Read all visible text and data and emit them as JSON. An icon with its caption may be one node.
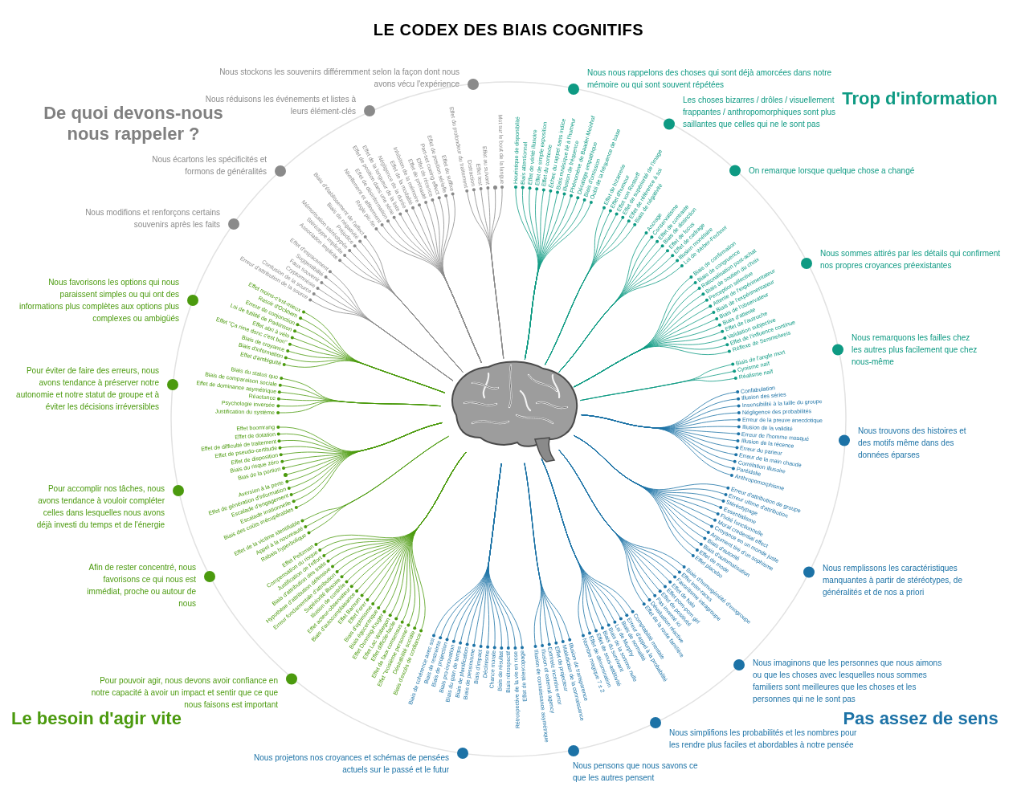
{
  "diagram": {
    "title": "LE CODEX DES BIAIS COGNITIFS",
    "nodes": [
      {
        "text": [],
        "shape": "picture"
      },
      {
        "text": [
          "Nous stockons les souvenirs différemment selon la façon dont nous avons vécu l'expérience"
        ]
      },
      {
        "text": [
          "Nous réduisons les événements et listes à leurs élément-clés"
        ]
      },
      {
        "text": [
          "Nous écartons les spécificités et formons de généralités"
        ]
      },
      {
        "text": [
          "Nous modifions et renforçons certains souvenirs après les faits"
        ]
      },
      {
        "text": [
          "Nous nous rappelons des choses qui sont déjà amorcées dans notre mémoire ou qui sont souvent répétées"
        ]
      },
      {
        "text": [
          "Les choses bizarres / drôles / visuellement frappantes / anthropomorphiques sont plus saillantes que celles qui ne le sont pas"
        ]
      },
      {
        "text": [
          "On remarque lorsque quelque chose a changé"
        ]
      },
      {
        "text": [
          "Nous sommes attirés par les détails qui confirment nos propres croyances préexistantes"
        ]
      },
      {
        "text": [
          "Nous remarquons les failles chez les autres plus facilement que chez nous-même"
        ]
      },
      {
        "text": [
          "Nous favorisons les options qui nous paraissent simples ou qui ont des informations plus complètes aux options plus complexes ou ambigüés"
        ]
      },
      {
        "text": [
          "Pour éviter de faire des erreurs, nous avons tendance à préserver notre autonomie et notre statut de groupe et à éviter les décisions irréversibles"
        ]
      },
      {
        "text": [
          "Pour accomplir nos tâches, nous avons tendance à vouloir compléter celles dans lesquelles nous avons déjà investi du temps et de l'énergie"
        ]
      },
      {
        "text": [
          "Afin de rester concentré, nous favorisons ce qui nous est immédiat, proche ou autour de nous"
        ]
      },
      {
        "text": [
          "Pour pouvoir agir, nous devons avoir confiance en notre capacité à avoir un impact et sentir que ce que nous faisons est important"
        ]
      },
      {
        "text": [
          "Nous trouvons des histoires et des motifs même dans des données éparses"
        ]
      },
      {
        "text": [
          "Nous remplissons les caractéristiques manquantes à partir de stéréotypes, de généralités et de nos a priori"
        ]
      },
      {
        "text": [
          "Nous imaginons que les personnes que nous aimons ou que les choses avec lesquelles nous sommes familiers sont meilleures que les choses et les personnes qui ne le sont pas"
        ]
      },
      {
        "text": [
          "Nous simplifions les probabilités et les nombres pour les rendre plus faciles et abordables à notre pensée"
        ]
      },
      {
        "text": [
          "Nous pensons que nous savons ce que les autres pensent"
        ]
      },
      {
        "text": [
          "Nous projetons nos croyances et schémas de pensées actuels sur le passé et le futur"
        ]
      },
      {
        "text": [
          "Effet du profondeur du traitement"
        ]
      },
      {
        "text": [
          "Distraction"
        ]
      },
      {
        "text": [
          "Effet test"
        ]
      },
      {
        "text": [
          "Effet au suivant"
        ]
      },
      {
        "text": [],
        "shape": "circle"
      },
      {
        "text": [
          "Mot sur le bout de la langue"
        ]
      },
      {
        "text": [
          "Règle pic-fin"
        ]
      },
      {
        "text": [
          "Nivellement et affinement"
        ]
      },
      {
        "text": [
          "Effet de désinformation"
        ]
      },
      {
        "text": [
          "Effet de position dans une série"
        ]
      },
      {
        "text": [
          "Effet de la longueur de la liste"
        ]
      },
      {
        "text": [
          "Négligence de la durée"
        ]
      },
      {
        "text": [
          "Effet de la modalité"
        ]
      },
      {
        "text": [
          "Inhibition de la mémoire"
        ]
      },
      {
        "text": [
          "Effet de primauté"
        ]
      },
      {
        "text": [
          "Effet de récence"
        ]
      },
      {
        "text": [
          "Part-set cueing effect"
        ]
      },
      {
        "text": [
          "Effet de position sérielle"
        ]
      },
      {
        "text": [
          "Effet du suffixe"
        ]
      },
      {
        "text": [
          "Association implicite"
        ]
      },
      {
        "text": [
          "Stéréotype implicite"
        ]
      },
      {
        "text": [
          "Mémorisation stéréotypée"
        ]
      },
      {
        "text": [
          "Préjudice"
        ]
      },
      {
        "text": [
          "Biais de négativité"
        ]
      },
      {
        "text": [
          "Biais d'établissement de l'affect"
        ]
      },
      {
        "text": [
          "Erreur d'attribution de la source"
        ]
      },
      {
        "text": [
          "Confusion de la source"
        ]
      },
      {
        "text": [
          "Cryptomnésie"
        ]
      },
      {
        "text": [
          "Faux souvenir"
        ]
      },
      {
        "text": [
          "Suggestibilité"
        ]
      },
      {
        "text": [
          "Effet d'espacement"
        ]
      },
      {
        "text": [
          "Heuristique de disponibilité"
        ]
      },
      {
        "text": [
          "Biais attentionnel"
        ]
      },
      {
        "text": [
          "Effet de vérité illusoire"
        ]
      },
      {
        "text": [
          "Effet de simple exposition"
        ]
      },
      {
        "text": [
          "Effet du contexte"
        ]
      },
      {
        "text": [
          "Échec du rappel sans indice"
        ]
      },
      {
        "text": [
          "Biais mnésique lié à l'humeur"
        ]
      },
      {
        "text": [
          "Illusion de fréquence"
        ]
      },
      {
        "text": [
          "Phénomène de Baader-Meinhof"
        ]
      },
      {
        "text": [
          "Décalage empathique"
        ]
      },
      {
        "text": [
          "Biais d'omission"
        ]
      },
      {
        "text": [
          "Oubli de la fréquence de base"
        ]
      },
      {
        "text": [
          "Effet de bizarrerie"
        ]
      },
      {
        "text": [
          "Effet d'humour"
        ]
      },
      {
        "text": [
          "Effet von Restorff"
        ]
      },
      {
        "text": [
          "Effet de supériorité de l'image"
        ]
      },
      {
        "text": [
          "Effet de référence à soi"
        ]
      },
      {
        "text": [
          "Biais de négativité"
        ]
      },
      {
        "text": [
          "Ancrage"
        ]
      },
      {
        "text": [
          "Conservatisme"
        ]
      },
      {
        "text": [
          "Effet de contraste"
        ]
      },
      {
        "text": [
          "Biais de distinction"
        ]
      },
      {
        "text": [
          "Effet de focus"
        ]
      },
      {
        "text": [
          "Effet de cadrage"
        ]
      },
      {
        "text": [
          "Illusion monétaire"
        ]
      },
      {
        "text": [
          "Loi de Weber-Fechner"
        ]
      },
      {
        "text": [
          "Biais de confirmation"
        ]
      },
      {
        "text": [
          "Biais de congruence"
        ]
      },
      {
        "text": [
          "Rationalisation post-achat"
        ]
      },
      {
        "text": [
          "Biais de soutien du choix"
        ]
      },
      {
        "text": [
          "Perception sélective"
        ]
      },
      {
        "text": [
          "Attente de l'expérimentateur"
        ]
      },
      {
        "text": [
          "Biais de l'expérimentateur"
        ]
      },
      {
        "text": [
          "Biais de l'observateur"
        ]
      },
      {
        "text": [
          "Biais d'attente"
        ]
      },
      {
        "text": [
          "Effet de l'autruche"
        ]
      },
      {
        "text": [
          "Validation subjective"
        ]
      },
      {
        "text": [
          "Effet de l'influence continue"
        ]
      },
      {
        "text": [
          "Réflexe de Semmelweis"
        ]
      },
      {
        "text": [
          "Biais de l'angle mort"
        ]
      },
      {
        "text": [
          "Cynisme naïf"
        ]
      },
      {
        "text": [
          "Réalisme naïf"
        ]
      },
      {
        "text": [
          "Effet moins-c'est-mieux"
        ]
      },
      {
        "text": [
          "Rasoir d'Ockham"
        ]
      },
      {
        "text": [
          "Erreur de conjonction"
        ]
      },
      {
        "text": [
          "Loi de futilité de Parkinson"
        ]
      },
      {
        "text": [
          "Effet abri à vélo"
        ]
      },
      {
        "text": [
          "Effet \"Ça rime donc c'est bon\""
        ]
      },
      {
        "text": [
          "Biais de croyance"
        ]
      },
      {
        "text": [
          "Biais d'information"
        ]
      },
      {
        "text": [
          "Effet d'ambiguïté"
        ]
      },
      {
        "text": [
          "Biais du status quo"
        ]
      },
      {
        "text": [
          "Biais de comparaison sociale"
        ]
      },
      {
        "text": [
          "Effet de dominance asymétrique"
        ]
      },
      {
        "text": [
          "Réactance"
        ]
      },
      {
        "text": [
          "Psychologie inversée"
        ]
      },
      {
        "text": [
          "Justification du système"
        ]
      },
      {
        "text": [
          "Effet boomrang"
        ]
      },
      {
        "text": [
          "Effet de dotation"
        ]
      },
      {
        "text": [
          "Effet de difficulté de traitement"
        ]
      },
      {
        "text": [
          "Effet de pseudo-certitude"
        ]
      },
      {
        "text": [
          "Effet de disposition"
        ]
      },
      {
        "text": [
          "Biais du risque zéro"
        ]
      },
      {
        "text": [
          "Bias de la portion"
        ]
      },
      {
        "text": [],
        "shape": "circle"
      },
      {
        "text": [
          "Aversion à la perte"
        ]
      },
      {
        "text": [
          "Effet de génération d'information"
        ]
      },
      {
        "text": [
          "Escalade d'engagement"
        ]
      },
      {
        "text": [
          "Escalade irrationnelle"
        ]
      },
      {
        "text": [
          "Biais des coûts irrécupérables"
        ]
      },
      {
        "text": [
          "Effet de la victime identifiable"
        ]
      },
      {
        "text": [
          "Appel à la nouveauté"
        ]
      },
      {
        "text": [
          "Rabais hyperbolique"
        ]
      },
      {
        "text": [
          "Effet Peltzman"
        ]
      },
      {
        "text": [
          "Compensation du risque"
        ]
      },
      {
        "text": [
          "Justification de l'effort"
        ]
      },
      {
        "text": [
          "Biais d'attribution des traits"
        ]
      },
      {
        "text": [
          "Hypothèse d'attribution défensive"
        ]
      },
      {
        "text": [
          "Erreur fondamentale d'attribution"
        ]
      },
      {
        "text": [
          "Supériorité illusoire"
        ]
      },
      {
        "text": [
          "Illusion de contrôle"
        ]
      },
      {
        "text": [
          "Effet acteur-observateur"
        ]
      },
      {
        "text": [
          "Biais d'autocomplaisance"
        ]
      },
      {
        "text": [
          "Effet Barnum"
        ]
      },
      {
        "text": [
          "Effet Forer"
        ]
      },
      {
        "text": [
          "Biais d'optimisme"
        ]
      },
      {
        "text": [
          "Biais égocentrique"
        ]
      },
      {
        "text": [
          "Effet Dunning-Kruger"
        ]
      },
      {
        "text": [
          "Effet Lac Wobegon"
        ]
      },
      {
        "text": [
          "Effet difficile-facile"
        ]
      },
      {
        "text": [
          "Effet de faux consensus"
        ]
      },
      {
        "text": [
          "Effet \"troisième personne\""
        ]
      },
      {
        "text": [
          "Désirabilité sociale"
        ]
      },
      {
        "text": [
          "Biais d'excès de confiance"
        ]
      },
      {
        "text": [
          "Confabulation"
        ]
      },
      {
        "text": [
          "Illusion des séries"
        ]
      },
      {
        "text": [
          "Insensibilité à la taille du groupe"
        ]
      },
      {
        "text": [
          "Négligence des probabilités"
        ]
      },
      {
        "text": [
          "Erreur de la preuve anecdotique"
        ]
      },
      {
        "text": [
          "Illusion de la validité"
        ]
      },
      {
        "text": [
          "Erreur de l'homme masqué"
        ]
      },
      {
        "text": [
          "Illusion de la récence"
        ]
      },
      {
        "text": [
          "Erreur du parieur"
        ]
      },
      {
        "text": [
          "Erreur de la main chaude"
        ]
      },
      {
        "text": [
          "Corrélation illusoire"
        ]
      },
      {
        "text": [
          "Paréidolie"
        ]
      },
      {
        "text": [
          "Anthropomorphisme"
        ]
      },
      {
        "text": [
          "Erreur d'attribution de groupe"
        ]
      },
      {
        "text": [
          "Erreur ultime d'attribution"
        ]
      },
      {
        "text": [
          "Stéréotypage"
        ]
      },
      {
        "text": [
          "Essentialisme"
        ]
      },
      {
        "text": [
          "Fixité fonctionnelle"
        ]
      },
      {
        "text": [
          "Moral credential effect"
        ]
      },
      {
        "text": [
          "Croyance en un monde juste"
        ]
      },
      {
        "text": [
          "Argument tiré d'un sophisme"
        ]
      },
      {
        "text": [
          "Biais d'autorité"
        ]
      },
      {
        "text": [
          "Biais d'automatisation"
        ]
      },
      {
        "text": [
          "Effet de mode"
        ]
      },
      {
        "text": [
          "Effet placebo"
        ]
      },
      {
        "text": [
          "Biais d'homogénéité d'exogroupe"
        ]
      },
      {
        "text": [
          "Effet inter-races"
        ]
      },
      {
        "text": [
          "Favoritisme intragroupe"
        ]
      },
      {
        "text": [
          "Effet de halo"
        ]
      },
      {
        "text": [
          "Effet pom-pom girl"
        ]
      },
      {
        "text": [
          "Effet de positivité"
        ]
      },
      {
        "text": [
          "Pas inventé ici"
        ]
      },
      {
        "text": [
          "Dévaluation réactive"
        ]
      },
      {
        "text": [
          "Effet de la route familière"
        ]
      },
      {
        "text": [
          "Comptabilité mentale"
        ]
      },
      {
        "text": [
          "Erreur d'appel à la probabilité"
        ]
      },
      {
        "text": [
          "Biais de normalité"
        ]
      },
      {
        "text": [
          "Loi de Murphy"
        ]
      },
      {
        "text": [
          "Biais de la somme nulle"
        ]
      },
      {
        "text": [
          "Biais du survivant"
        ]
      },
      {
        "text": [
          "Effet de sous-additivité"
        ]
      },
      {
        "text": [
          "Effet de dénomination"
        ]
      },
      {
        "text": [
          "Nombre magique 7 ± 2"
        ]
      },
      {
        "text": [
          "Illusion de transparence"
        ]
      },
      {
        "text": [
          "Malédiction de la connaissance"
        ]
      },
      {
        "text": [
          "Effet de projecteur"
        ]
      },
      {
        "text": [
          "Extrinsic incentive error"
        ]
      },
      {
        "text": [
          "Illusion of external agency"
        ]
      },
      {
        "text": [
          "Illusion de connaissance asymétrique"
        ]
      },
      {
        "text": [
          "Effet de télescopage"
        ]
      },
      {
        "text": [
          "Rétrospective de la vie en rose"
        ]
      },
      {
        "text": [
          "Biais rétrospectif"
        ]
      },
      {
        "text": [
          "Biais de résultat"
        ]
      },
      {
        "text": [
          "Chance morale"
        ]
      },
      {
        "text": [
          "Déclinisme"
        ]
      },
      {
        "text": [
          "Biais d'impact"
        ]
      },
      {
        "text": [
          "Biais de pessimisme"
        ]
      },
      {
        "text": [
          "Biais de planification"
        ]
      },
      {
        "text": [
          "Biais du gain de temps"
        ]
      },
      {
        "text": [
          "Biais pro-innovation"
        ]
      },
      {
        "text": [
          "Biais de projection"
        ]
      },
      {
        "text": [
          "Biais de restreinte"
        ]
      },
      {
        "text": [
          "Biais de cohérence avec soi"
        ]
      }
    ],
    "edges": [
      {
        "from": 0,
        "to": 21,
        "arrow": "other",
        "color": "#8a8a8a"
      },
      {
        "from": 0,
        "to": 22,
        "arrow": "other",
        "color": "#8a8a8a"
      },
      {
        "from": 0,
        "to": 23,
        "arrow": "other",
        "color": "#8a8a8a"
      },
      {
        "from": 0,
        "to": 24,
        "arrow": "other",
        "color": "#8a8a8a"
      },
      {
        "from": 0,
        "to": 25,
        "arrow": "other",
        "color": "#8a8a8a"
      },
      {
        "from": 0,
        "to": 26,
        "arrow": "other",
        "color": "#8a8a8a"
      },
      {
        "from": 0,
        "to": 27,
        "arrow": "other",
        "color": "#8a8a8a"
      },
      {
        "from": 0,
        "to": 28,
        "arrow": "other",
        "color": "#8a8a8a"
      },
      {
        "from": 0,
        "to": 29,
        "arrow": "other",
        "color": "#8a8a8a"
      },
      {
        "from": 0,
        "to": 30,
        "arrow": "other",
        "color": "#8a8a8a"
      },
      {
        "from": 0,
        "to": 31,
        "arrow": "other",
        "color": "#8a8a8a"
      },
      {
        "from": 0,
        "to": 32,
        "arrow": "other",
        "color": "#8a8a8a"
      },
      {
        "from": 0,
        "to": 33,
        "arrow": "other",
        "color": "#8a8a8a"
      },
      {
        "from": 0,
        "to": 34,
        "arrow": "other",
        "color": "#8a8a8a"
      },
      {
        "from": 0,
        "to": 35,
        "arrow": "other",
        "color": "#8a8a8a"
      },
      {
        "from": 0,
        "to": 36,
        "arrow": "other",
        "color": "#8a8a8a"
      },
      {
        "from": 0,
        "to": 37,
        "arrow": "other",
        "color": "#8a8a8a"
      },
      {
        "from": 0,
        "to": 38,
        "arrow": "other",
        "color": "#8a8a8a"
      },
      {
        "from": 0,
        "to": 39,
        "arrow": "other",
        "color": "#8a8a8a"
      },
      {
        "from": 0,
        "to": 40,
        "arrow": "other",
        "color": "#8a8a8a"
      },
      {
        "from": 0,
        "to": 41,
        "arrow": "other",
        "color": "#8a8a8a"
      },
      {
        "from": 0,
        "to": 42,
        "arrow": "other",
        "color": "#8a8a8a"
      },
      {
        "from": 0,
        "to": 43,
        "arrow": "other",
        "color": "#8a8a8a"
      },
      {
        "from": 0,
        "to": 44,
        "arrow": "other",
        "color": "#8a8a8a"
      },
      {
        "from": 0,
        "to": 45,
        "arrow": "other",
        "color": "#8a8a8a"
      },
      {
        "from": 0,
        "to": 46,
        "arrow": "other",
        "color": "#8a8a8a"
      },
      {
        "from": 0,
        "to": 47,
        "arrow": "other",
        "color": "#8a8a8a"
      },
      {
        "from": 0,
        "to": 48,
        "arrow": "other",
        "color": "#8a8a8a"
      },
      {
        "from": 0,
        "to": 49,
        "arrow": "other",
        "color": "#8a8a8a"
      },
      {
        "from": 0,
        "to": 50,
        "arrow": "other",
        "color": "#8a8a8a"
      },
      {
        "from": 0,
        "to": 51,
        "arrow": "other",
        "color": "#8a8a8a"
      },
      {
        "from": 0,
        "to": 52,
        "arrow": "other",
        "color": "#0e9a83"
      },
      {
        "from": 0,
        "to": 53,
        "arrow": "other",
        "color": "#0e9a83"
      },
      {
        "from": 0,
        "to": 54,
        "arrow": "other",
        "color": "#0e9a83"
      },
      {
        "from": 0,
        "to": 55,
        "arrow": "other",
        "color": "#0e9a83"
      },
      {
        "from": 0,
        "to": 56,
        "arrow": "other",
        "color": "#0e9a83"
      },
      {
        "from": 0,
        "to": 57,
        "arrow": "other",
        "color": "#0e9a83"
      },
      {
        "from": 0,
        "to": 58,
        "arrow": "other",
        "color": "#0e9a83"
      },
      {
        "from": 0,
        "to": 59,
        "arrow": "other",
        "color": "#0e9a83"
      },
      {
        "from": 0,
        "to": 60,
        "arrow": "other",
        "color": "#0e9a83"
      },
      {
        "from": 0,
        "to": 61,
        "arrow": "other",
        "color": "#0e9a83"
      },
      {
        "from": 0,
        "to": 62,
        "arrow": "other",
        "color": "#0e9a83"
      },
      {
        "from": 0,
        "to": 63,
        "arrow": "other",
        "color": "#0e9a83"
      },
      {
        "from": 0,
        "to": 64,
        "arrow": "other",
        "color": "#0e9a83"
      },
      {
        "from": 0,
        "to": 65,
        "arrow": "other",
        "color": "#0e9a83"
      },
      {
        "from": 0,
        "to": 66,
        "arrow": "other",
        "color": "#0e9a83"
      },
      {
        "from": 0,
        "to": 67,
        "arrow": "other",
        "color": "#0e9a83"
      },
      {
        "from": 0,
        "to": 68,
        "arrow": "other",
        "color": "#0e9a83"
      },
      {
        "from": 0,
        "to": 69,
        "arrow": "other",
        "color": "#0e9a83"
      },
      {
        "from": 0,
        "to": 70,
        "arrow": "other",
        "color": "#0e9a83"
      },
      {
        "from": 0,
        "to": 71,
        "arrow": "other",
        "color": "#0e9a83"
      },
      {
        "from": 0,
        "to": 72,
        "arrow": "other",
        "color": "#0e9a83"
      },
      {
        "from": 0,
        "to": 73,
        "arrow": "other",
        "color": "#0e9a83"
      },
      {
        "from": 0,
        "to": 74,
        "arrow": "other",
        "color": "#0e9a83"
      },
      {
        "from": 0,
        "to": 75,
        "arrow": "other",
        "color": "#0e9a83"
      },
      {
        "from": 0,
        "to": 76,
        "arrow": "other",
        "color": "#0e9a83"
      },
      {
        "from": 0,
        "to": 77,
        "arrow": "other",
        "color": "#0e9a83"
      },
      {
        "from": 0,
        "to": 78,
        "arrow": "other",
        "color": "#0e9a83"
      },
      {
        "from": 0,
        "to": 79,
        "arrow": "other",
        "color": "#0e9a83"
      },
      {
        "from": 0,
        "to": 80,
        "arrow": "other",
        "color": "#0e9a83"
      },
      {
        "from": 0,
        "to": 81,
        "arrow": "other",
        "color": "#0e9a83"
      },
      {
        "from": 0,
        "to": 82,
        "arrow": "other",
        "color": "#0e9a83"
      },
      {
        "from": 0,
        "to": 83,
        "arrow": "other",
        "color": "#0e9a83"
      },
      {
        "from": 0,
        "to": 84,
        "arrow": "other",
        "color": "#0e9a83"
      },
      {
        "from": 0,
        "to": 85,
        "arrow": "other",
        "color": "#0e9a83"
      },
      {
        "from": 0,
        "to": 86,
        "arrow": "other",
        "color": "#0e9a83"
      },
      {
        "from": 0,
        "to": 87,
        "arrow": "other",
        "color": "#0e9a83"
      },
      {
        "from": 0,
        "to": 88,
        "arrow": "other",
        "color": "#0e9a83"
      },
      {
        "from": 0,
        "to": 89,
        "arrow": "other",
        "color": "#0e9a83"
      },
      {
        "from": 0,
        "to": 90,
        "arrow": "other",
        "color": "#0e9a83"
      },
      {
        "from": 0,
        "to": 91,
        "arrow": "other",
        "color": "#0e9a83"
      },
      {
        "from": 0,
        "to": 92,
        "arrow": "other",
        "color": "#0e9a83"
      },
      {
        "from": 0,
        "to": 93,
        "arrow": "other",
        "color": "#0e9a83"
      },
      {
        "from": 0,
        "to": 94,
        "arrow": "other",
        "color": "#4b9a0e"
      },
      {
        "from": 0,
        "to": 95,
        "arrow": "other",
        "color": "#4b9a0e"
      },
      {
        "from": 0,
        "to": 96,
        "arrow": "other",
        "color": "#4b9a0e"
      },
      {
        "from": 0,
        "to": 97,
        "arrow": "other",
        "color": "#4b9a0e"
      },
      {
        "from": 0,
        "to": 98,
        "arrow": "other",
        "color": "#4b9a0e"
      },
      {
        "from": 0,
        "to": 99,
        "arrow": "other",
        "color": "#4b9a0e"
      },
      {
        "from": 0,
        "to": 100,
        "arrow": "other",
        "color": "#4b9a0e"
      },
      {
        "from": 0,
        "to": 101,
        "arrow": "other",
        "color": "#4b9a0e"
      },
      {
        "from": 0,
        "to": 102,
        "arrow": "other",
        "color": "#4b9a0e"
      },
      {
        "from": 0,
        "to": 103,
        "arrow": "other",
        "color": "#4b9a0e"
      },
      {
        "from": 0,
        "to": 104,
        "arrow": "other",
        "color": "#4b9a0e"
      },
      {
        "from": 0,
        "to": 105,
        "arrow": "other",
        "color": "#4b9a0e"
      },
      {
        "from": 0,
        "to": 106,
        "arrow": "other",
        "color": "#4b9a0e"
      },
      {
        "from": 0,
        "to": 107,
        "arrow": "other",
        "color": "#4b9a0e"
      },
      {
        "from": 0,
        "to": 108,
        "arrow": "other",
        "color": "#4b9a0e"
      },
      {
        "from": 0,
        "to": 109,
        "arrow": "other",
        "color": "#4b9a0e"
      },
      {
        "from": 0,
        "to": 110,
        "arrow": "other",
        "color": "#4b9a0e"
      },
      {
        "from": 0,
        "to": 111,
        "arrow": "other",
        "color": "#4b9a0e"
      },
      {
        "from": 0,
        "to": 112,
        "arrow": "other",
        "color": "#4b9a0e"
      },
      {
        "from": 0,
        "to": 113,
        "arrow": "other",
        "color": "#4b9a0e"
      },
      {
        "from": 0,
        "to": 114,
        "arrow": "other",
        "color": "#4b9a0e"
      },
      {
        "from": 0,
        "to": 115,
        "arrow": "other",
        "color": "#4b9a0e"
      },
      {
        "from": 0,
        "to": 116,
        "arrow": "other",
        "color": "#4b9a0e"
      },
      {
        "from": 0,
        "to": 117,
        "arrow": "other",
        "color": "#4b9a0e"
      },
      {
        "from": 0,
        "to": 118,
        "arrow": "other",
        "color": "#4b9a0e"
      },
      {
        "from": 0,
        "to": 119,
        "arrow": "other",
        "color": "#4b9a0e"
      },
      {
        "from": 0,
        "to": 120,
        "arrow": "other",
        "color": "#4b9a0e"
      },
      {
        "from": 0,
        "to": 121,
        "arrow": "other",
        "color": "#4b9a0e"
      },
      {
        "from": 0,
        "to": 122,
        "arrow": "other",
        "color": "#4b9a0e"
      },
      {
        "from": 0,
        "to": 123,
        "arrow": "other",
        "color": "#4b9a0e"
      },
      {
        "from": 0,
        "to": 124,
        "arrow": "other",
        "color": "#4b9a0e"
      },
      {
        "from": 0,
        "to": 125,
        "arrow": "other",
        "color": "#4b9a0e"
      },
      {
        "from": 0,
        "to": 126,
        "arrow": "other",
        "color": "#4b9a0e"
      },
      {
        "from": 0,
        "to": 127,
        "arrow": "other",
        "color": "#4b9a0e"
      },
      {
        "from": 0,
        "to": 128,
        "arrow": "other",
        "color": "#4b9a0e"
      },
      {
        "from": 0,
        "to": 129,
        "arrow": "other",
        "color": "#4b9a0e"
      },
      {
        "from": 0,
        "to": 130,
        "arrow": "other",
        "color": "#4b9a0e"
      },
      {
        "from": 0,
        "to": 131,
        "arrow": "other",
        "color": "#4b9a0e"
      },
      {
        "from": 0,
        "to": 132,
        "arrow": "other",
        "color": "#4b9a0e"
      },
      {
        "from": 0,
        "to": 133,
        "arrow": "other",
        "color": "#4b9a0e"
      },
      {
        "from": 0,
        "to": 134,
        "arrow": "other",
        "color": "#4b9a0e"
      },
      {
        "from": 0,
        "to": 135,
        "arrow": "other",
        "color": "#4b9a0e"
      },
      {
        "from": 0,
        "to": 136,
        "arrow": "other",
        "color": "#4b9a0e"
      },
      {
        "from": 0,
        "to": 137,
        "arrow": "other",
        "color": "#4b9a0e"
      },
      {
        "from": 0,
        "to": 138,
        "arrow": "other",
        "color": "#4b9a0e"
      },
      {
        "from": 0,
        "to": 139,
        "arrow": "other",
        "color": "#4b9a0e"
      },
      {
        "from": 0,
        "to": 140,
        "arrow": "other",
        "color": "#4b9a0e"
      },
      {
        "from": 0,
        "to": 141,
        "arrow": "other",
        "color": "#4b9a0e"
      },
      {
        "from": 0,
        "to": 142,
        "arrow": "other",
        "color": "#4b9a0e"
      },
      {
        "from": 0,
        "to": 143,
        "arrow": "other",
        "color": "#4b9a0e"
      },
      {
        "from": 0,
        "to": 144,
        "arrow": "other",
        "color": "#4b9a0e"
      },
      {
        "from": 0,
        "to": 145,
        "arrow": "other",
        "color": "#4b9a0e"
      },
      {
        "from": 0,
        "to": 146,
        "arrow": "other"
      },
      {
        "from": 0,
        "to": 147,
        "arrow": "other"
      },
      {
        "from": 0,
        "to": 148,
        "arrow": "other"
      },
      {
        "from": 0,
        "to": 149,
        "arrow": "other"
      },
      {
        "from": 0,
        "to": 150,
        "arrow": "other"
      },
      {
        "from": 0,
        "to": 151,
        "arrow": "other"
      },
      {
        "from": 0,
        "to": 152,
        "arrow": "other"
      },
      {
        "from": 0,
        "to": 153,
        "arrow": "other"
      },
      {
        "from": 0,
        "to": 154,
        "arrow": "other"
      },
      {
        "from": 0,
        "to": 155,
        "arrow": "other"
      },
      {
        "from": 0,
        "to": 156,
        "arrow": "other"
      },
      {
        "from": 0,
        "to": 157,
        "arrow": "other"
      },
      {
        "from": 0,
        "to": 158,
        "arrow": "other"
      },
      {
        "from": 0,
        "to": 159,
        "arrow": "other"
      },
      {
        "from": 0,
        "to": 160,
        "arrow": "other"
      },
      {
        "from": 0,
        "to": 161,
        "arrow": "other"
      },
      {
        "from": 0,
        "to": 162,
        "arrow": "other"
      },
      {
        "from": 0,
        "to": 163,
        "arrow": "other"
      },
      {
        "from": 0,
        "to": 164,
        "arrow": "other"
      },
      {
        "from": 0,
        "to": 165,
        "arrow": "other"
      },
      {
        "from": 0,
        "to": 166,
        "arrow": "other"
      },
      {
        "from": 0,
        "to": 167,
        "arrow": "other"
      },
      {
        "from": 0,
        "to": 168,
        "arrow": "other"
      },
      {
        "from": 0,
        "to": 169,
        "arrow": "other"
      },
      {
        "from": 0,
        "to": 170,
        "arrow": "other"
      },
      {
        "from": 0,
        "to": 171,
        "arrow": "other"
      },
      {
        "from": 0,
        "to": 172,
        "arrow": "other"
      },
      {
        "from": 0,
        "to": 173,
        "arrow": "other"
      },
      {
        "from": 0,
        "to": 174,
        "arrow": "other"
      },
      {
        "from": 0,
        "to": 175,
        "arrow": "other"
      },
      {
        "from": 0,
        "to": 176,
        "arrow": "other"
      },
      {
        "from": 0,
        "to": 177,
        "arrow": "other"
      },
      {
        "from": 0,
        "to": 178,
        "arrow": "other"
      },
      {
        "from": 0,
        "to": 179,
        "arrow": "other"
      },
      {
        "from": 0,
        "to": 180,
        "arrow": "other"
      },
      {
        "from": 0,
        "to": 181,
        "arrow": "other"
      },
      {
        "from": 0,
        "to": 182,
        "arrow": "other"
      },
      {
        "from": 0,
        "to": 183,
        "arrow": "other"
      },
      {
        "from": 0,
        "to": 184,
        "arrow": "other"
      },
      {
        "from": 0,
        "to": 185,
        "arrow": "other"
      },
      {
        "from": 0,
        "to": 186,
        "arrow": "other"
      },
      {
        "from": 0,
        "to": 187,
        "arrow": "other"
      },
      {
        "from": 0,
        "to": 188,
        "arrow": "other"
      },
      {
        "from": 0,
        "to": 189,
        "arrow": "other"
      },
      {
        "from": 0,
        "to": 190,
        "arrow": "other"
      },
      {
        "from": 0,
        "to": 191,
        "arrow": "other"
      },
      {
        "from": 0,
        "to": 192,
        "arrow": "other"
      },
      {
        "from": 0,
        "to": 193,
        "arrow": "other"
      },
      {
        "from": 0,
        "to": 194,
        "arrow": "other"
      },
      {
        "from": 0,
        "to": 195,
        "arrow": "other"
      },
      {
        "from": 0,
        "to": 196,
        "arrow": "other"
      },
      {
        "from": 0,
        "to": 197,
        "arrow": "other"
      },
      {
        "from": 0,
        "to": 198,
        "arrow": "other"
      },
      {
        "from": 0,
        "to": 199,
        "arrow": "other"
      },
      {
        "from": 0,
        "to": 200,
        "arrow": "other"
      },
      {
        "from": 0,
        "to": 201,
        "arrow": "other"
      },
      {
        "from": 0,
        "to": 202,
        "arrow": "other"
      },
      {
        "from": 0,
        "to": 203,
        "arrow": "other"
      },
      {
        "from": 0,
        "to": 204,
        "arrow": "other"
      },
      {
        "from": 0,
        "to": 205,
        "arrow": "other"
      },
      {
        "from": 0,
        "to": 206,
        "arrow": "other"
      },
      {
        "from": 0,
        "to": 207,
        "arrow": "other"
      },
      {
        "from": 0,
        "to": 208,
        "arrow": "other"
      }
    ],
    "labels": [
      "De quoi devons-nous nous rappeler ?",
      "Trop d'information",
      "Le besoin d'agir vite",
      "Pas assez de sens"
    ]
  }
}
